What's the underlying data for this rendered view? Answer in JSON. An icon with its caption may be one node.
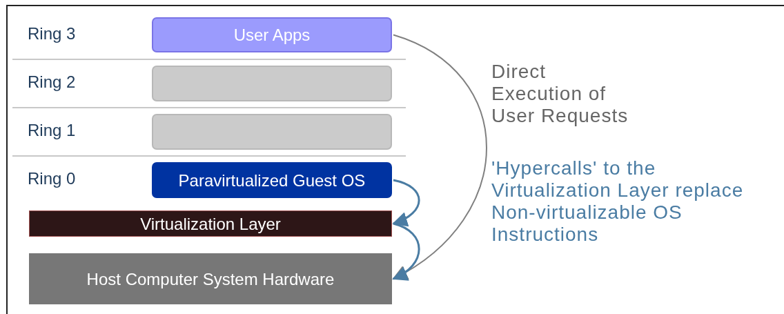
{
  "diagram": {
    "nodes": [
      {
        "text": [
          "User Apps"
        ]
      },
      {
        "text": [],
        "shape": "box"
      },
      {
        "text": [],
        "shape": "box"
      },
      {
        "text": [
          "Paravirtualized Guest OS"
        ]
      },
      {
        "text": [
          "Virtualization Layer"
        ]
      },
      {
        "text": [
          "Host Computer System Hardware"
        ]
      }
    ],
    "edges": [
      {
        "from": 0,
        "to": 5,
        "arrow": "to",
        "color": "#808080"
      },
      {
        "from": 3,
        "to": 4,
        "arrow": "to"
      },
      {
        "from": 4,
        "to": 5,
        "arrow": "to"
      }
    ],
    "labels": [
      "Ring 3",
      "Ring 2",
      "Ring 1",
      "Ring 0",
      "Direct Execution of User Requests",
      "'Hypercalls' to the Virtualization Layer replace Non-virtualizable OS Instructions"
    ]
  }
}
